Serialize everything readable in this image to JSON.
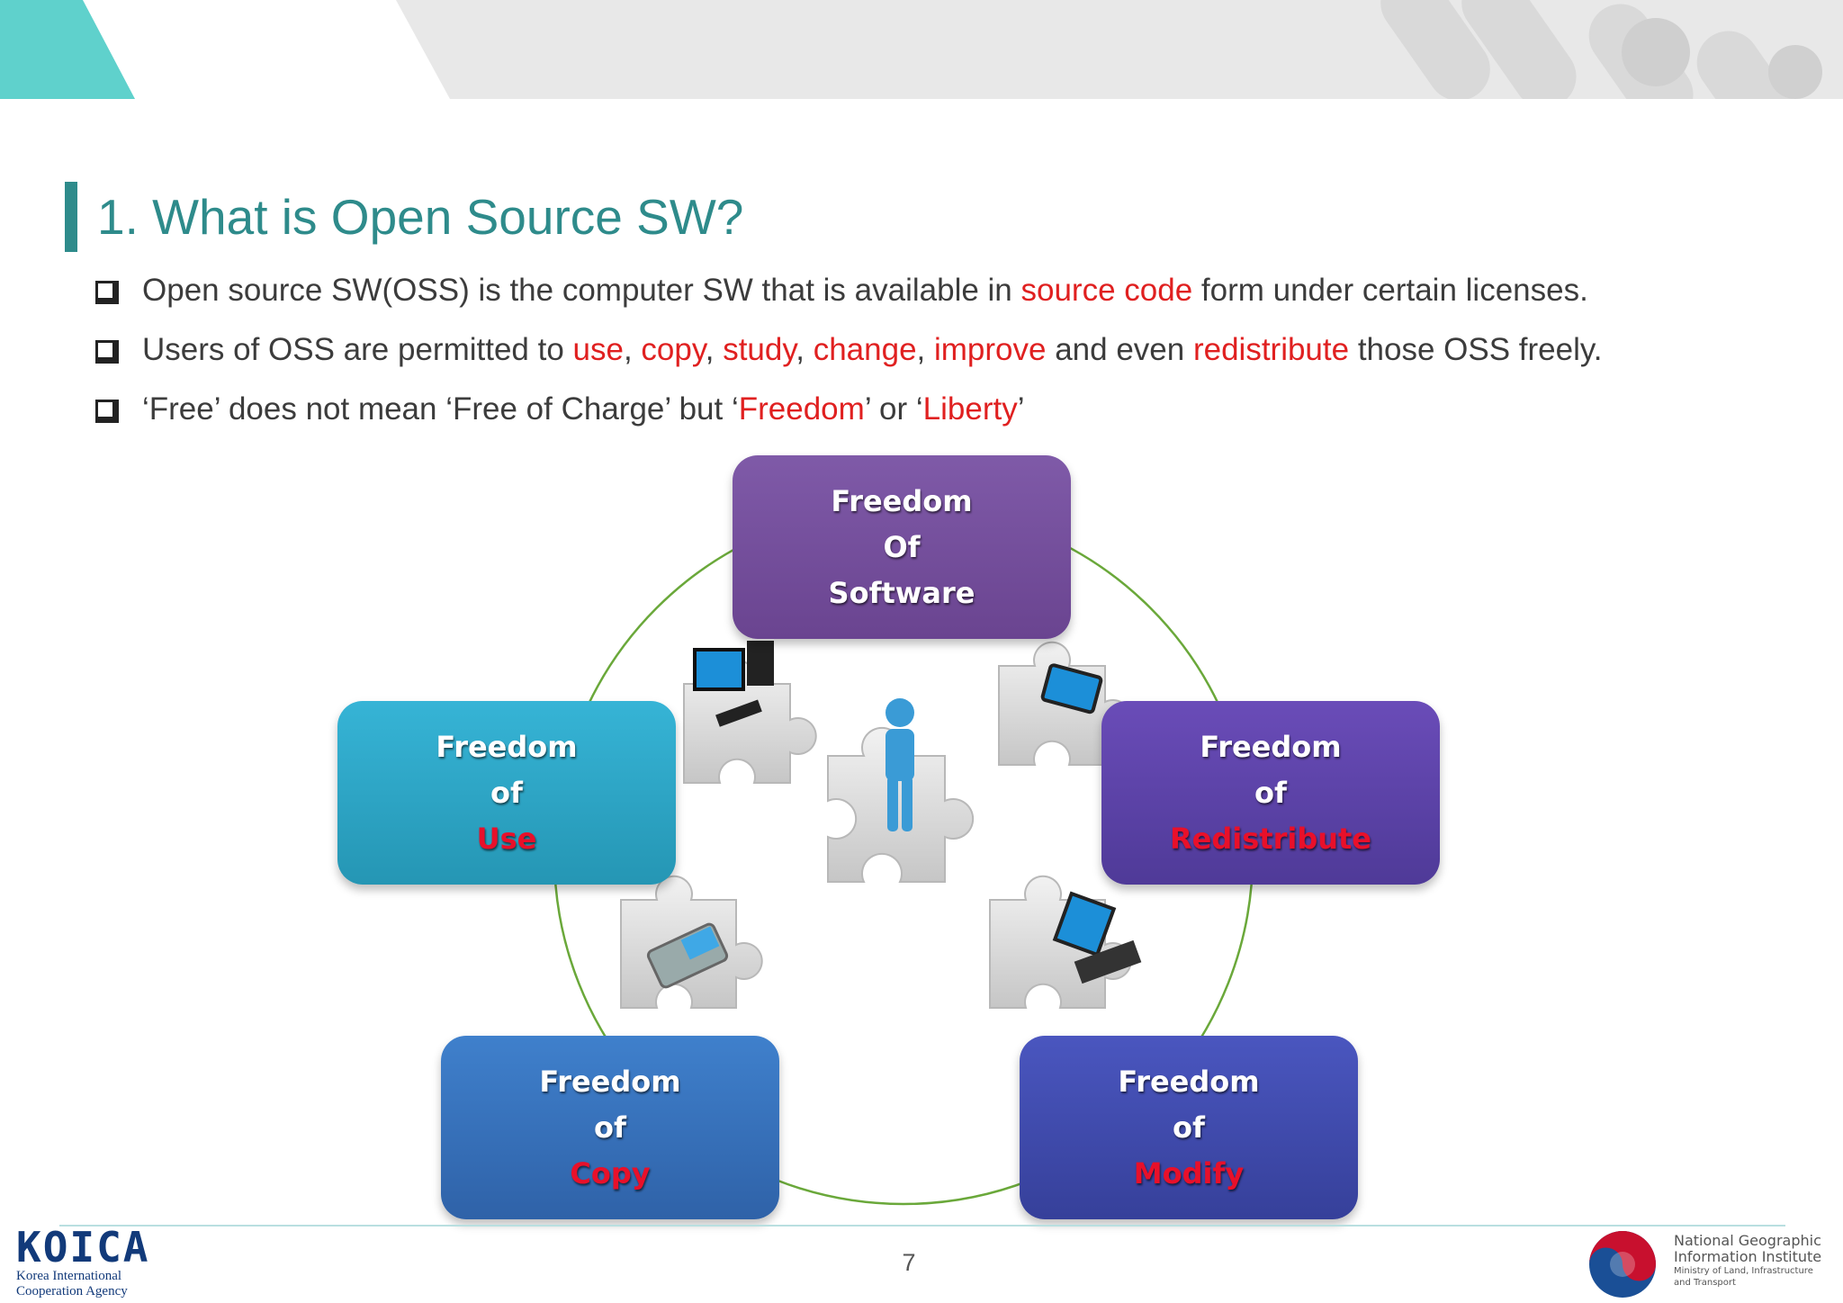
{
  "slide": {
    "title": "1. What is Open Source SW?",
    "page_number": "7"
  },
  "bullets": [
    [
      {
        "text": "Open source SW(OSS) is the computer SW that is available in ",
        "red": false
      },
      {
        "text": "source code",
        "red": true
      },
      {
        "text": " form under certain licenses.",
        "red": false
      }
    ],
    [
      {
        "text": "Users of OSS are permitted to ",
        "red": false
      },
      {
        "text": "use",
        "red": true
      },
      {
        "text": ", ",
        "red": false
      },
      {
        "text": "copy",
        "red": true
      },
      {
        "text": ", ",
        "red": false
      },
      {
        "text": "study",
        "red": true
      },
      {
        "text": ", ",
        "red": false
      },
      {
        "text": "change",
        "red": true
      },
      {
        "text": ", ",
        "red": false
      },
      {
        "text": "improve",
        "red": true
      },
      {
        "text": " and even ",
        "red": false
      },
      {
        "text": "redistribute",
        "red": true
      },
      {
        "text": " those OSS freely.",
        "red": false
      }
    ],
    [
      {
        "text": "‘Free’ does not mean ‘Free of Charge’ but ‘",
        "red": false
      },
      {
        "text": "Freedom",
        "red": true
      },
      {
        "text": "’ or ‘",
        "red": false
      },
      {
        "text": "Liberty",
        "red": true
      },
      {
        "text": "’",
        "red": false
      }
    ]
  ],
  "diagram": {
    "software": {
      "l1": "Freedom",
      "l2": "Of",
      "l3": "Software"
    },
    "use": {
      "l1": "Freedom",
      "l2": "of",
      "l3": "Use"
    },
    "redistribute": {
      "l1": "Freedom",
      "l2": "of",
      "l3": "Redistribute"
    },
    "copy": {
      "l1": "Freedom",
      "l2": "of",
      "l3": "Copy"
    },
    "modify": {
      "l1": "Freedom",
      "l2": "of",
      "l3": "Modify"
    }
  },
  "footer": {
    "koica_logo": "KOICA",
    "koica_line1": "Korea International",
    "koica_line2": "Cooperation Agency",
    "ngii_line1": "National Geographic",
    "ngii_line2": "Information Institute",
    "ngii_line3": "Ministry of Land, Infrastructure",
    "ngii_line4": "and Transport"
  },
  "colors": {
    "accent": "#2e8b8b",
    "highlight": "#e02020"
  }
}
